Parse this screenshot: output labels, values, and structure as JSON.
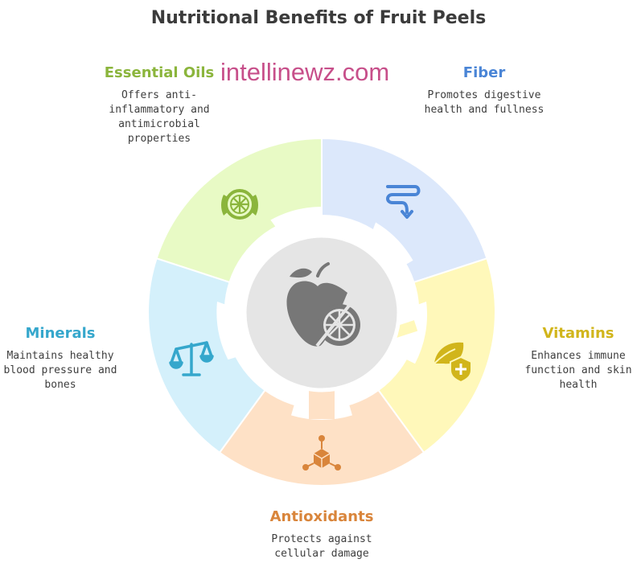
{
  "title": "Nutritional Benefits of Fruit Peels",
  "watermark": "intellinewz.com",
  "colors": {
    "essential_oils": "#8bb53c",
    "fiber": "#4a85d6",
    "vitamins": "#d1b51b",
    "antioxidants": "#d9853b",
    "minerals": "#35a7cc",
    "center": "#777777"
  },
  "segments": {
    "essential_oils": {
      "label": "Essential Oils",
      "desc": [
        "Offers anti-",
        "inflammatory and",
        "antimicrobial",
        "properties"
      ],
      "icon": "citrus-slice-icon"
    },
    "fiber": {
      "label": "Fiber",
      "desc": [
        "Promotes digestive",
        "health and fullness"
      ],
      "icon": "intestine-arrow-icon"
    },
    "vitamins": {
      "label": "Vitamins",
      "desc": [
        "Enhances immune",
        "function and skin",
        "health"
      ],
      "icon": "leaf-shield-icon"
    },
    "antioxidants": {
      "label": "Antioxidants",
      "desc": [
        "Protects against",
        "cellular damage"
      ],
      "icon": "molecule-cube-icon"
    },
    "minerals": {
      "label": "Minerals",
      "desc": [
        "Maintains healthy",
        "blood pressure and",
        "bones"
      ],
      "icon": "balance-scale-icon"
    }
  },
  "center_icon": "fruit-peel-icon"
}
